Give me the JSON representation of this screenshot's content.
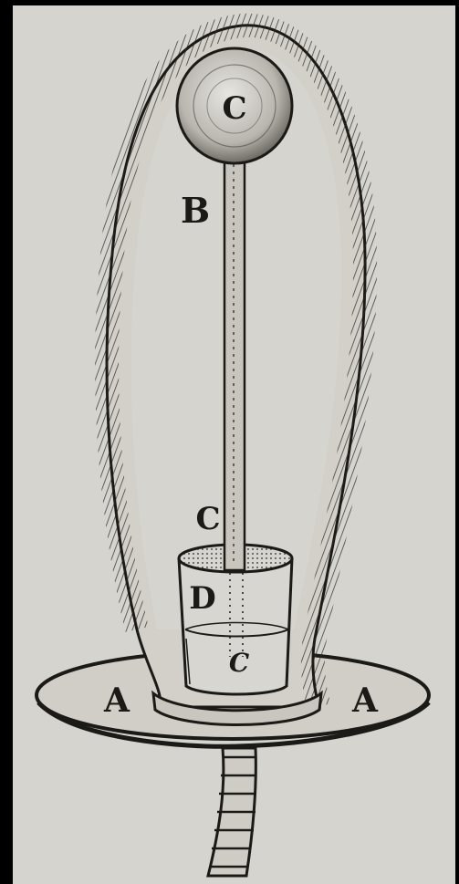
{
  "colors": {
    "frame": "#000000",
    "paper": "#d6d4cf",
    "ink": "#1c1a17"
  },
  "labels": {
    "ball": "C",
    "tube": "B",
    "tube_end": "C",
    "cup": "D",
    "water_mark": "C",
    "plate_left": "A",
    "plate_right": "A"
  }
}
